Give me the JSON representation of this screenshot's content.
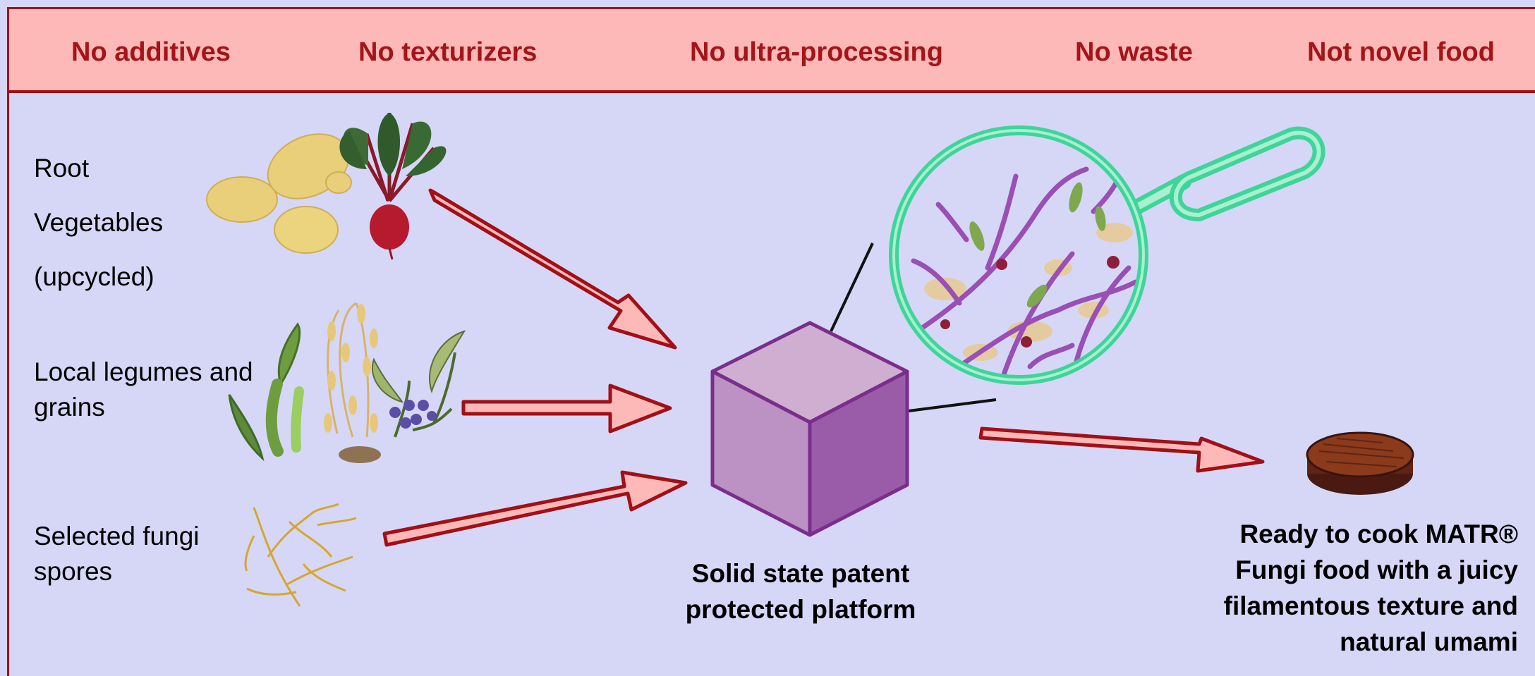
{
  "banner": {
    "items": [
      "No additives",
      "No texturizers",
      "No ultra-processing",
      "No waste",
      "Not novel food"
    ]
  },
  "inputs": {
    "root": [
      "Root",
      "Vegetables",
      "(upcycled)"
    ],
    "legumes": [
      "Local legumes and",
      "grains"
    ],
    "fungi": [
      "Selected fungi",
      "spores"
    ]
  },
  "platform": {
    "label_line1": "Solid state patent",
    "label_line2": "protected platform"
  },
  "product": {
    "lines": [
      "Ready to cook MATR®",
      "Fungi food with a juicy",
      "filamentous texture and",
      "natural umami"
    ]
  },
  "colors": {
    "background": "#d6d7f7",
    "banner": "#fdb9b8",
    "accent_red": "#a01016",
    "cube": "#9d5ba8",
    "lens": "#3fd49a"
  },
  "icons": [
    "potatoes-icon",
    "beetroot-icon",
    "pea-pods-icon",
    "oat-plant-icon",
    "lupin-flower-icon",
    "fungi-mycelium-icon",
    "cube-icon",
    "magnifier-icon",
    "patty-icon"
  ]
}
